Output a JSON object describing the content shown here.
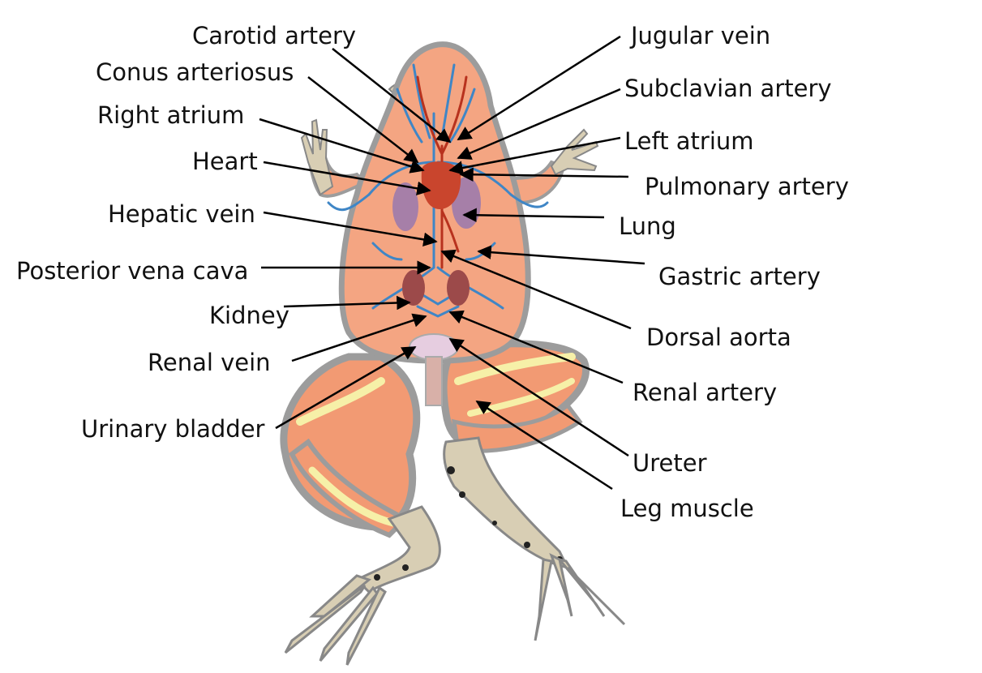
{
  "labels": {
    "carotid_artery": "Carotid artery",
    "conus_arteriosus": "Conus arteriosus",
    "right_atrium": "Right atrium",
    "heart": "Heart",
    "hepatic_vein": "Hepatic vein",
    "posterior_vena_cava": "Posterior vena cava",
    "kidney": "Kidney",
    "renal_vein": "Renal vein",
    "urinary_bladder": "Urinary bladder",
    "jugular_vein": "Jugular vein",
    "subclavian_artery": "Subclavian artery",
    "left_atrium": "Left atrium",
    "pulmonary_artery": "Pulmonary artery",
    "lung": "Lung",
    "gastric_artery": "Gastric artery",
    "dorsal_aorta": "Dorsal aorta",
    "renal_artery": "Renal artery",
    "ureter": "Ureter",
    "leg_muscle": "Leg muscle"
  },
  "colors": {
    "skin": "#f4a582",
    "skin_edge": "#9c9c9c",
    "muscle": "#f29a73",
    "tendon": "#f6f0a8",
    "foot": "#d8ceb4",
    "vein": "#3f86c6",
    "artery": "#b8321e",
    "heart": "#c9452d",
    "lung": "#a67fa8",
    "kidney": "#9c4a4a",
    "bladder": "#e6cde0"
  }
}
